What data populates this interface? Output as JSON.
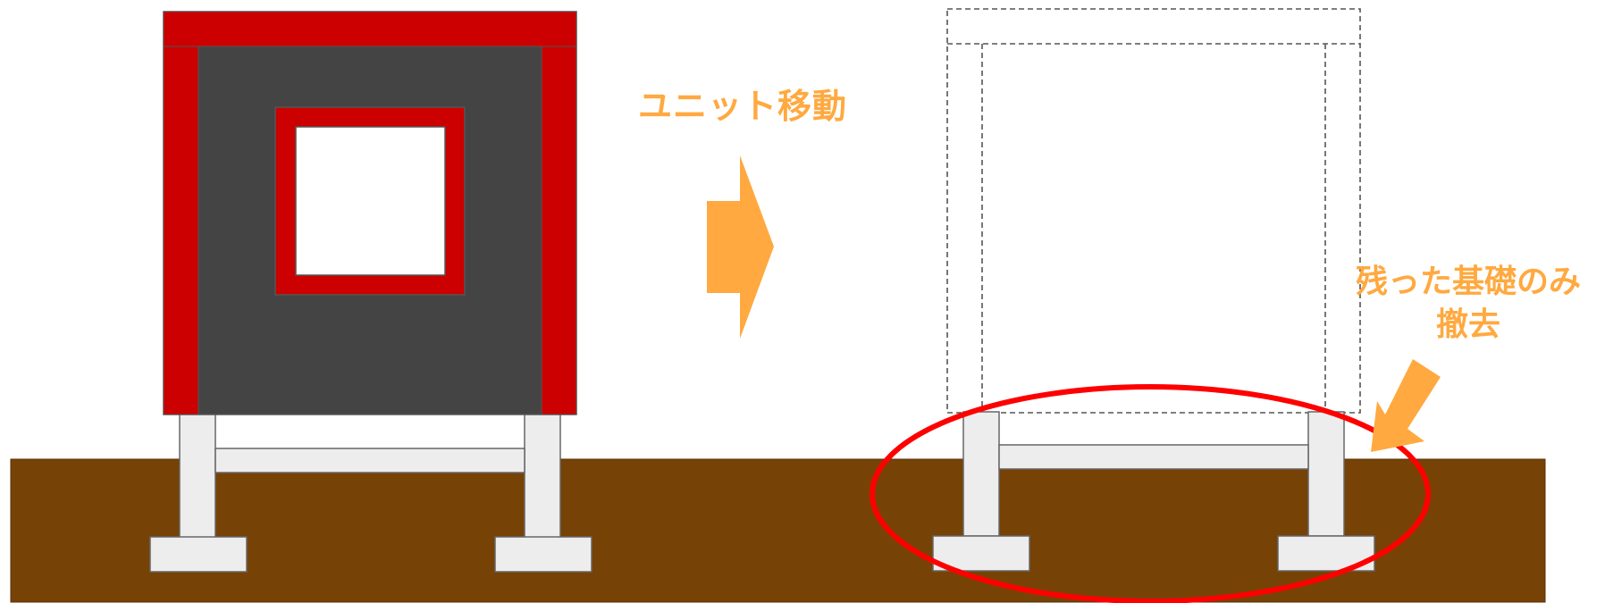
{
  "labels": {
    "unit_move": "ユニット移動",
    "remove_line1": "残った基礎のみ",
    "remove_line2": "撤去"
  },
  "colors": {
    "ground": "#774206",
    "unit_body": "#444444",
    "unit_frame": "#cc0000",
    "foundation": "#ededed",
    "accent_orange": "#ffa940",
    "highlight_ring": "#ff0000",
    "dashed_outline": "#555555"
  },
  "icons": {
    "move_arrow": "right-arrow-icon",
    "pointer_arrow": "down-left-arrow-icon"
  }
}
